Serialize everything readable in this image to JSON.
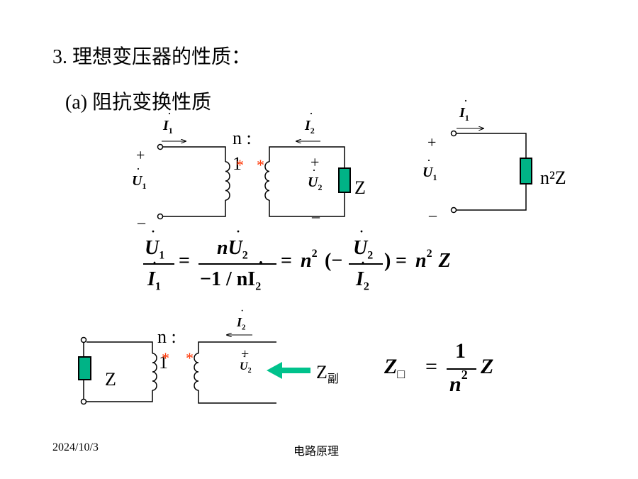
{
  "title": "3. 理想变压器的性质：",
  "subtitle": "(a) 阻抗变换性质",
  "circuit1": {
    "i1": "I",
    "i1_sub": "1",
    "i2": "I",
    "i2_sub": "2",
    "u1": "U",
    "u1_sub": "1",
    "u2": "U",
    "u2_sub": "2",
    "plus": "+",
    "minus": "–",
    "ratio_top": "n :",
    "ratio_bottom": "1",
    "star": "*",
    "load": "Z"
  },
  "circuit2": {
    "i1": "I",
    "i1_sub": "1",
    "u1": "U",
    "u1_sub": "1",
    "plus": "+",
    "minus": "–",
    "load": "n²Z"
  },
  "equation1": {
    "lhs_num": "U",
    "lhs_num_sub": "1",
    "lhs_den": "I",
    "lhs_den_sub": "1",
    "eq": "=",
    "f2_num": "nU",
    "f2_num_sub": "2",
    "f2_den": "−1 / nI",
    "f2_den_sub": "2",
    "n2": "n",
    "sup2": "2",
    "paren_open": "(−",
    "paren_close": ")",
    "f3_num": "U",
    "f3_num_sub": "2",
    "f3_den": "I",
    "f3_den_sub": "2",
    "rhs": "Z"
  },
  "circuit3": {
    "load": "Z",
    "ratio_top": "n :",
    "ratio_bottom": "1",
    "star": "*",
    "i2": "I",
    "i2_sub": "2",
    "u2": "U",
    "u2_sub": "2",
    "plus": "+",
    "z_label": "Z",
    "z_sub": "副",
    "arrow_color": "#00c28c"
  },
  "equation2": {
    "lhs": "Z",
    "lhs_sub": "□",
    "eq": "=",
    "num": "1",
    "den": "n",
    "den_sup": "2",
    "rhs": "Z"
  },
  "footer": {
    "date": "2024/10/3",
    "center": "电路原理"
  },
  "colors": {
    "resistor": "#00b386",
    "star": "#ff3300",
    "arrow": "#00c28c"
  }
}
